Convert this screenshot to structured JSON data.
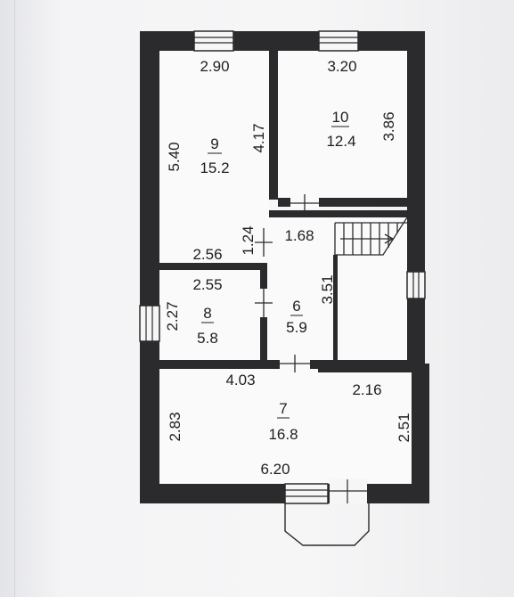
{
  "floor_plan": {
    "rooms": [
      {
        "number": "9",
        "area": "15.2"
      },
      {
        "number": "10",
        "area": "12.4"
      },
      {
        "number": "8",
        "area": "5.8"
      },
      {
        "number": "6",
        "area": "5.9"
      },
      {
        "number": "7",
        "area": "16.8"
      }
    ],
    "dimensions": {
      "room9_width": "2.90",
      "room9_height": "5.40",
      "room9_wall": "4.17",
      "room9_bottom": "2.56",
      "room10_width": "3.20",
      "room10_height": "3.86",
      "hall_door": "1.24",
      "hall_width": "1.68",
      "room8_width": "2.55",
      "room8_height": "2.27",
      "room6_height": "3.51",
      "room7_top": "4.03",
      "room7_right_top": "2.16",
      "room7_height": "2.83",
      "room7_right": "2.51",
      "room7_bottom": "6.20"
    }
  }
}
